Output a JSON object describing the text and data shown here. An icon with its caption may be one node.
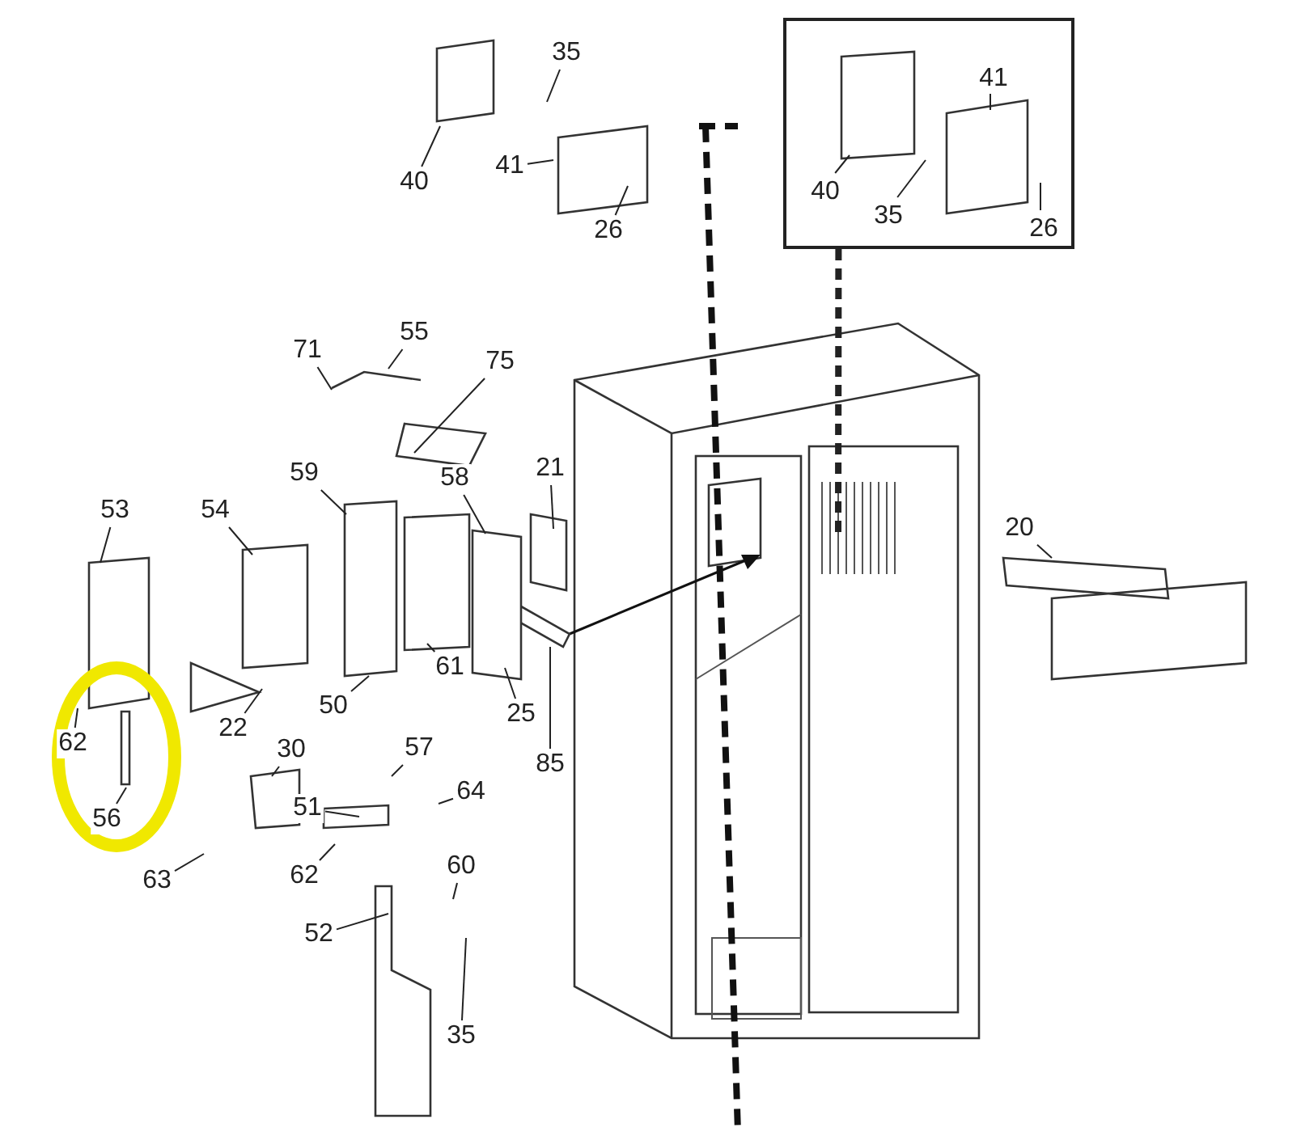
{
  "diagram": {
    "nodes": [
      {
        "text": [],
        "shape": "box"
      },
      {
        "text": [
          "35"
        ]
      },
      {
        "text": [
          "40"
        ]
      },
      {
        "text": [
          "41"
        ]
      },
      {
        "text": [
          "26"
        ]
      },
      {
        "text": [
          "41"
        ],
        "in": 0
      },
      {
        "text": [
          "40"
        ],
        "in": 0
      },
      {
        "text": [
          "35"
        ],
        "in": 0
      },
      {
        "text": [
          "26"
        ],
        "in": 0
      },
      {
        "text": [
          "71"
        ]
      },
      {
        "text": [
          "55"
        ]
      },
      {
        "text": [
          "75"
        ]
      },
      {
        "text": [
          "21"
        ]
      },
      {
        "text": [
          "53"
        ]
      },
      {
        "text": [
          "54"
        ]
      },
      {
        "text": [
          "59"
        ]
      },
      {
        "text": [
          "58"
        ]
      },
      {
        "text": [
          "20"
        ]
      },
      {
        "text": [
          "61"
        ]
      },
      {
        "text": [
          "50"
        ]
      },
      {
        "text": [
          "25"
        ]
      },
      {
        "text": [
          "22"
        ]
      },
      {
        "text": [
          "85"
        ]
      },
      {
        "text": [
          "62"
        ]
      },
      {
        "text": [
          "30"
        ]
      },
      {
        "text": [
          "57"
        ]
      },
      {
        "text": [
          "64"
        ]
      },
      {
        "text": [
          "56"
        ]
      },
      {
        "text": [
          "51"
        ]
      },
      {
        "text": [
          "63"
        ]
      },
      {
        "text": [
          "62"
        ]
      },
      {
        "text": [
          "60"
        ]
      },
      {
        "text": [
          "52"
        ]
      },
      {
        "text": [
          "35"
        ]
      }
    ],
    "edges": [
      {
        "from": 1,
        "to": null,
        "arrow": "none"
      },
      {
        "from": 2,
        "to": null,
        "arrow": "none"
      },
      {
        "from": 3,
        "to": null,
        "arrow": "none"
      },
      {
        "from": 4,
        "to": null,
        "arrow": "none"
      },
      {
        "from": 5,
        "to": null,
        "arrow": "none"
      },
      {
        "from": 6,
        "to": null,
        "arrow": "none"
      },
      {
        "from": 7,
        "to": null,
        "arrow": "none"
      },
      {
        "from": 8,
        "to": null,
        "arrow": "none"
      },
      {
        "from": 9,
        "to": null,
        "arrow": "none"
      },
      {
        "from": 10,
        "to": null,
        "arrow": "none"
      },
      {
        "from": 11,
        "to": null,
        "arrow": "none"
      },
      {
        "from": 12,
        "to": null,
        "arrow": "none"
      },
      {
        "from": 13,
        "to": null,
        "arrow": "none"
      },
      {
        "from": 14,
        "to": null,
        "arrow": "none"
      },
      {
        "from": 15,
        "to": null,
        "arrow": "none"
      },
      {
        "from": 16,
        "to": null,
        "arrow": "none"
      },
      {
        "from": 17,
        "to": null,
        "arrow": "none"
      },
      {
        "from": 18,
        "to": null,
        "arrow": "none"
      },
      {
        "from": 19,
        "to": null,
        "arrow": "none"
      },
      {
        "from": 20,
        "to": null,
        "arrow": "none"
      },
      {
        "from": 21,
        "to": null,
        "arrow": "none"
      },
      {
        "from": 22,
        "to": null,
        "arrow": "none"
      },
      {
        "from": 23,
        "to": null,
        "arrow": "none"
      },
      {
        "from": 24,
        "to": null,
        "arrow": "none"
      },
      {
        "from": 25,
        "to": null,
        "arrow": "none"
      },
      {
        "from": 26,
        "to": null,
        "arrow": "none"
      },
      {
        "from": 27,
        "to": null,
        "arrow": "none"
      },
      {
        "from": 28,
        "to": null,
        "arrow": "none"
      },
      {
        "from": 29,
        "to": null,
        "arrow": "none"
      },
      {
        "from": 30,
        "to": null,
        "arrow": "none"
      },
      {
        "from": 31,
        "to": null,
        "arrow": "none"
      },
      {
        "from": 32,
        "to": null,
        "arrow": "none"
      },
      {
        "from": 33,
        "to": null,
        "arrow": "none"
      },
      {
        "from": 0,
        "to": null,
        "arrow": "none",
        "style": "dashed"
      }
    ]
  }
}
